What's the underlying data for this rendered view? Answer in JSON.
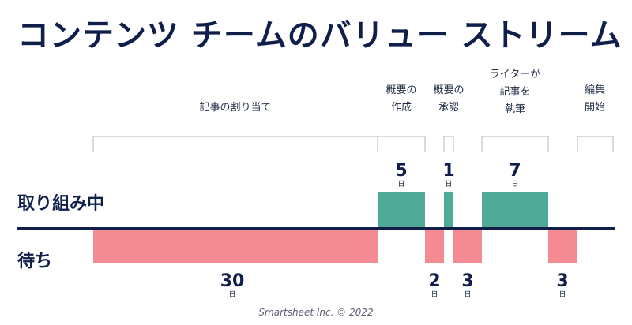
{
  "title": "コンテンツ チームのバリュー ストリーム",
  "rows": {
    "active": "取り組み中",
    "waiting": "待ち"
  },
  "stages": [
    {
      "label": "記事の割り当て"
    },
    {
      "label": "概要の\n作成"
    },
    {
      "label": "概要の\n承認"
    },
    {
      "label": "ライターが\n記事を\n執筆"
    },
    {
      "label": "編集\n開始"
    }
  ],
  "active_durations": [
    {
      "value": "5",
      "unit": "日"
    },
    {
      "value": "1",
      "unit": "日"
    },
    {
      "value": "7",
      "unit": "日"
    }
  ],
  "wait_durations": [
    {
      "value": "30",
      "unit": "日"
    },
    {
      "value": "2",
      "unit": "日"
    },
    {
      "value": "3",
      "unit": "日"
    },
    {
      "value": "3",
      "unit": "日"
    }
  ],
  "colors": {
    "active": "#4fab98",
    "waiting": "#f48b93",
    "axis": "#0f1f4a",
    "bracket": "#b5b5b5",
    "title": "#0f1f4a"
  },
  "footer": "Smartsheet Inc. © 2022"
}
